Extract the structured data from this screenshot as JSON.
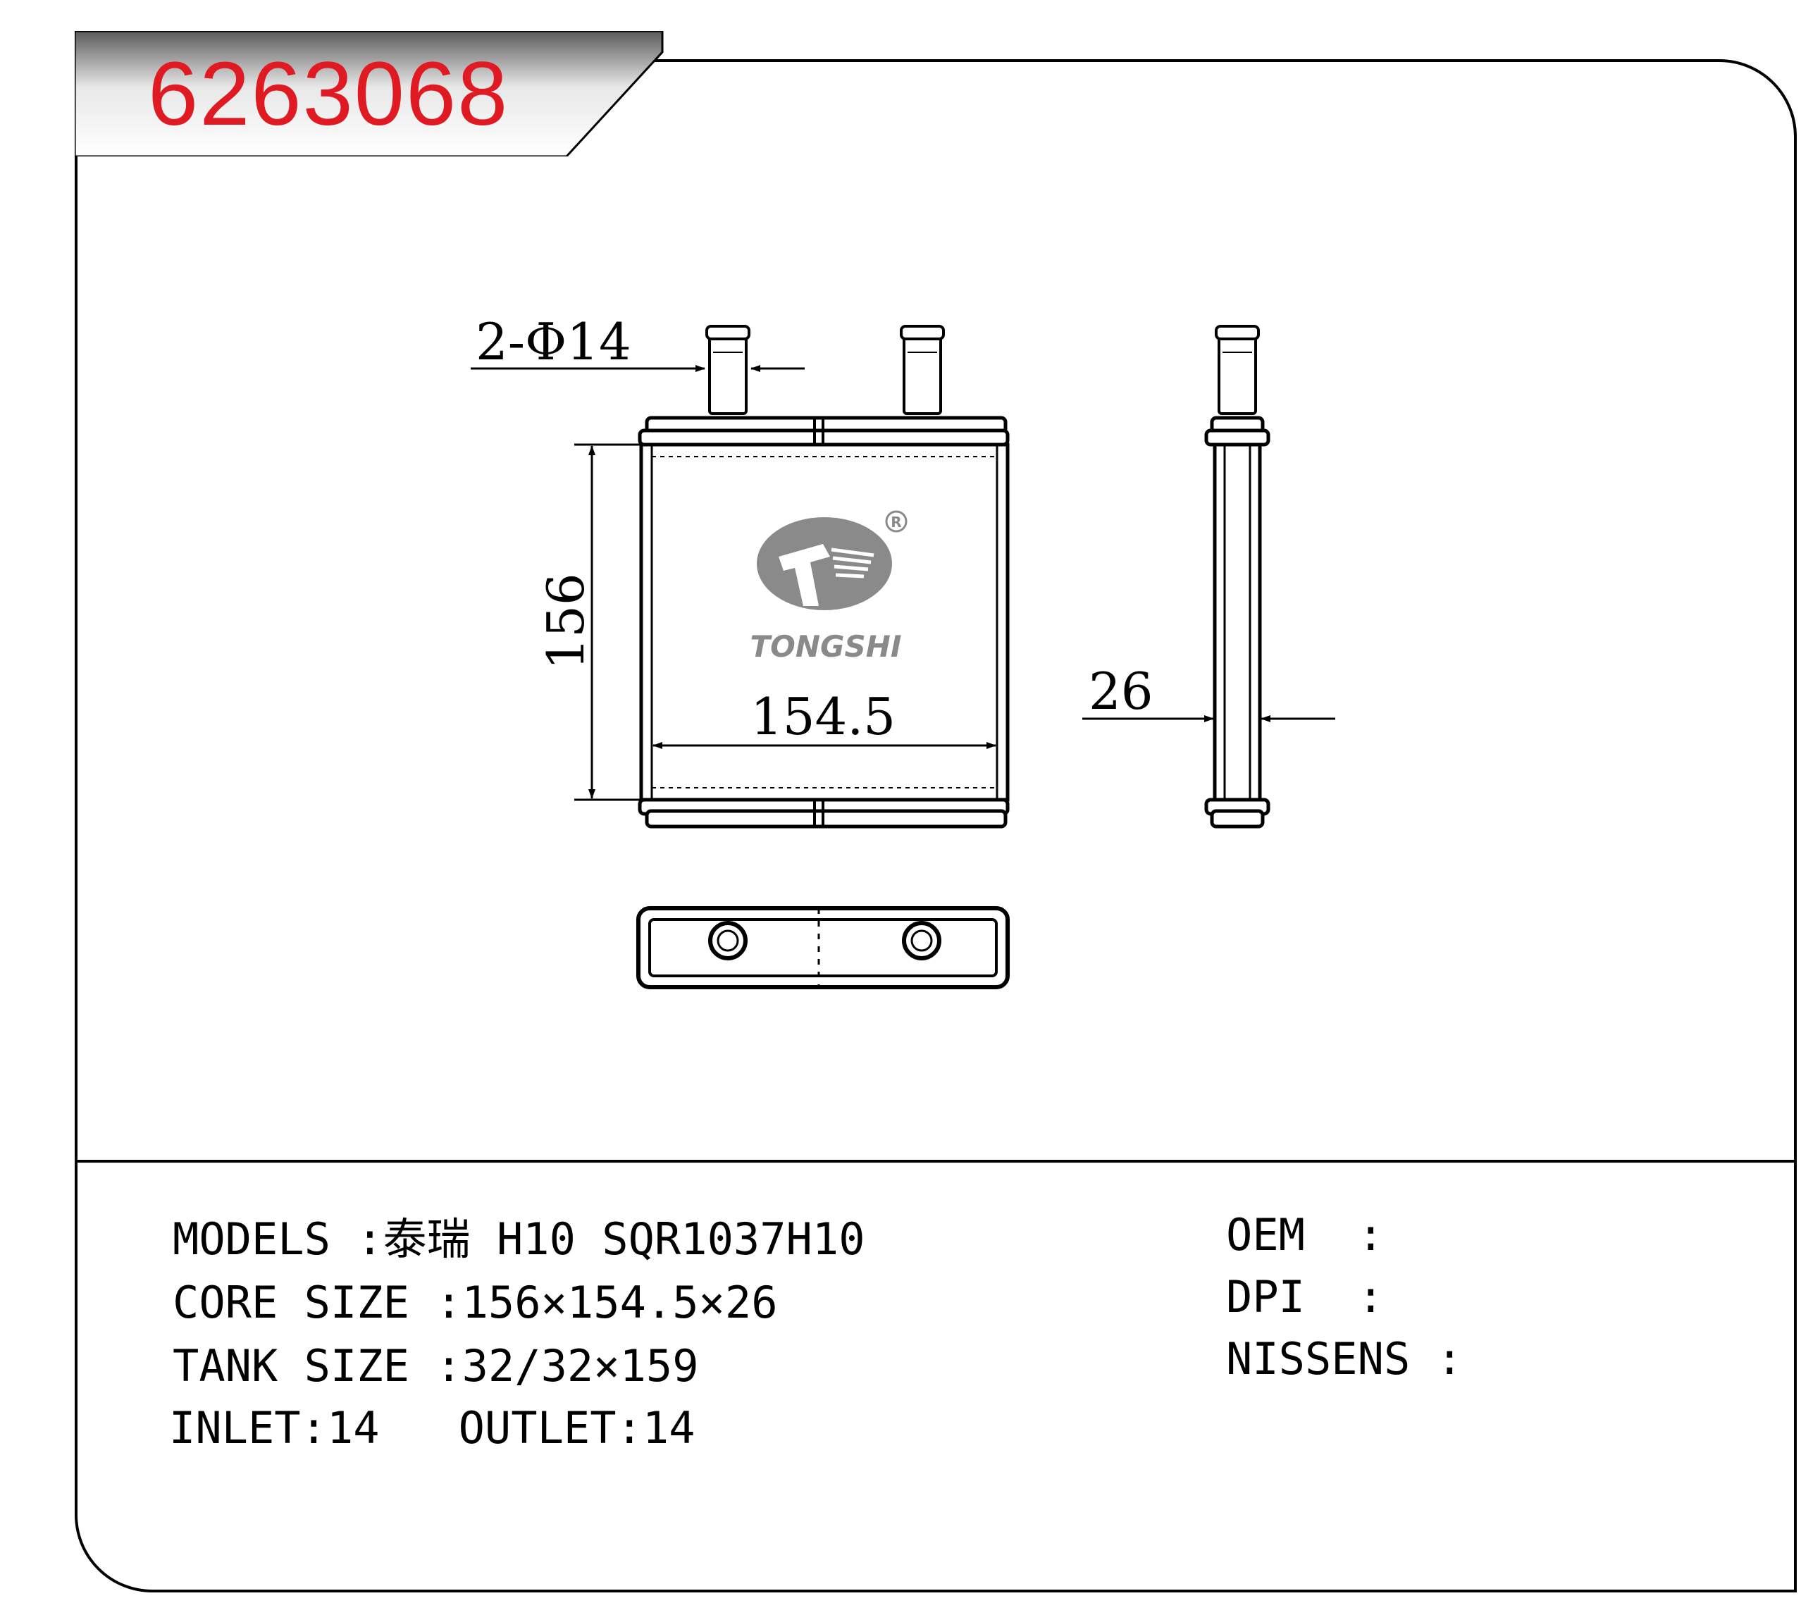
{
  "part_number": "6263068",
  "dimensions": {
    "pipe": "2-Φ14",
    "height": "156",
    "width": "154.5",
    "depth": "26"
  },
  "logo": {
    "brand": "TONGSHI",
    "registered": "R"
  },
  "specs": {
    "models_label": "MODELS",
    "models_value": "泰瑞 H10 SQR1037H10",
    "core_label": "CORE SIZE",
    "core_value": "156×154.5×26",
    "tank_label": "TANK SIZE",
    "tank_value": "32/32×159",
    "inlet_label": "INLET",
    "inlet_value": "14",
    "outlet_label": "OUTLET",
    "outlet_value": "14"
  },
  "references": {
    "oem_label": "OEM",
    "oem_value": "",
    "dpi_label": "DPI",
    "dpi_value": "",
    "nissens_label": "NISSENS",
    "nissens_value": ""
  },
  "colors": {
    "part_number": "#e01a22",
    "logo": "#8a8a8a",
    "line": "#000000"
  }
}
